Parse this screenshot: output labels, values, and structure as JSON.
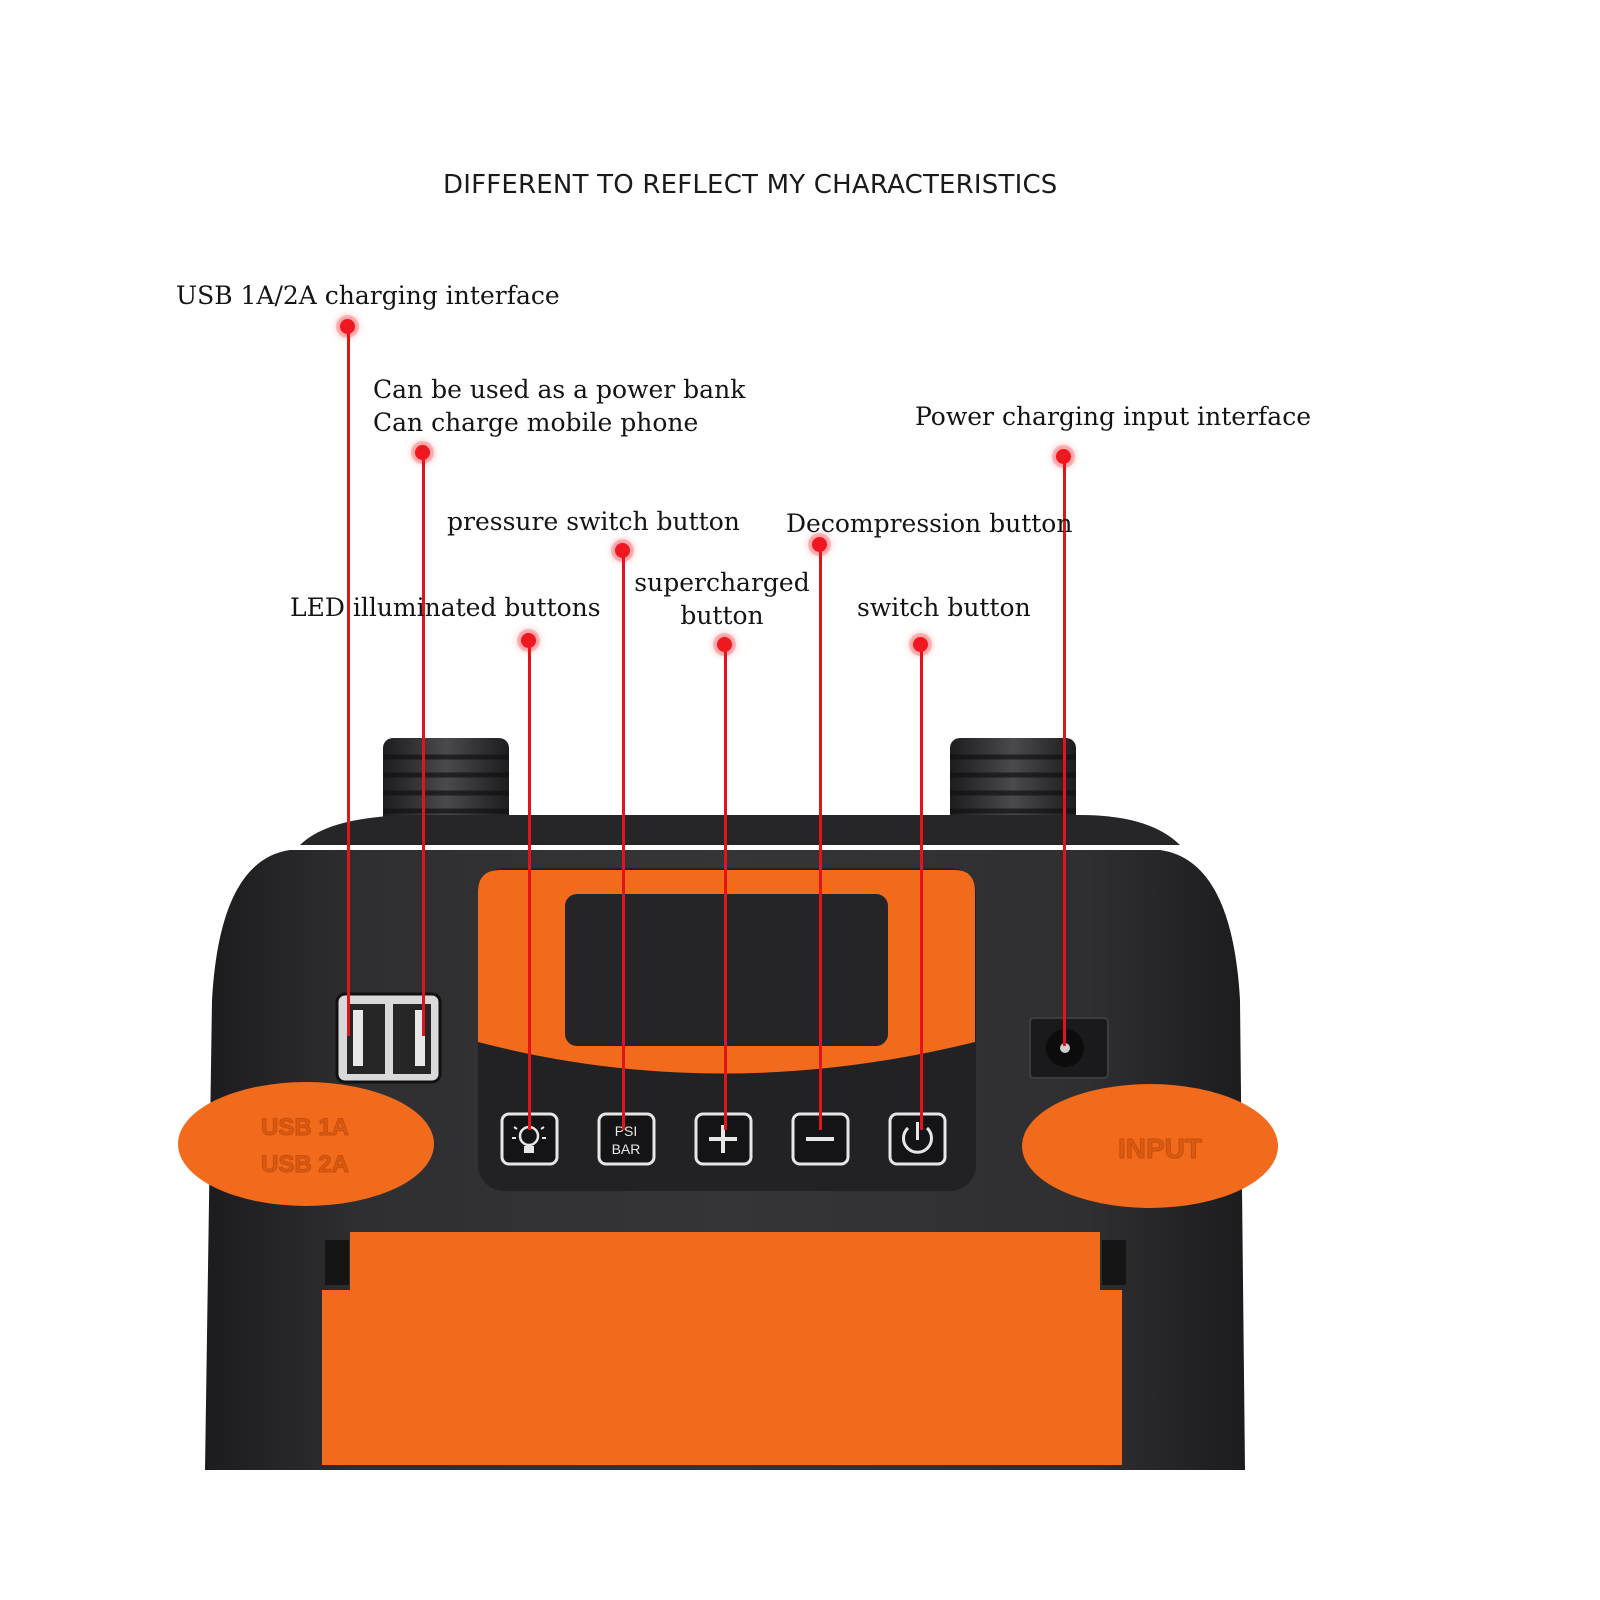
{
  "title": "DIFFERENT TO REFLECT MY CHARACTERISTICS",
  "callouts": {
    "usb": "USB 1A/2A charging interface",
    "power_bank_1": "Can be used as a power bank",
    "power_bank_2": "Can charge mobile phone",
    "power_input": "Power charging input interface",
    "pressure_switch": "pressure switch button",
    "decompression": "Decompression button",
    "led": "LED illuminated buttons",
    "supercharged_1": "supercharged",
    "supercharged_2": "button",
    "switch": "switch button"
  },
  "device": {
    "usb_cover_line1": "USB 1A",
    "usb_cover_line2": "USB 2A",
    "input_cover": "INPUT",
    "psi_button_line1": "PSI",
    "psi_button_line2": "BAR"
  },
  "colors": {
    "body": "#2b2b2d",
    "accent_orange": "#f26a1b",
    "callout_red": "#e0141a"
  }
}
